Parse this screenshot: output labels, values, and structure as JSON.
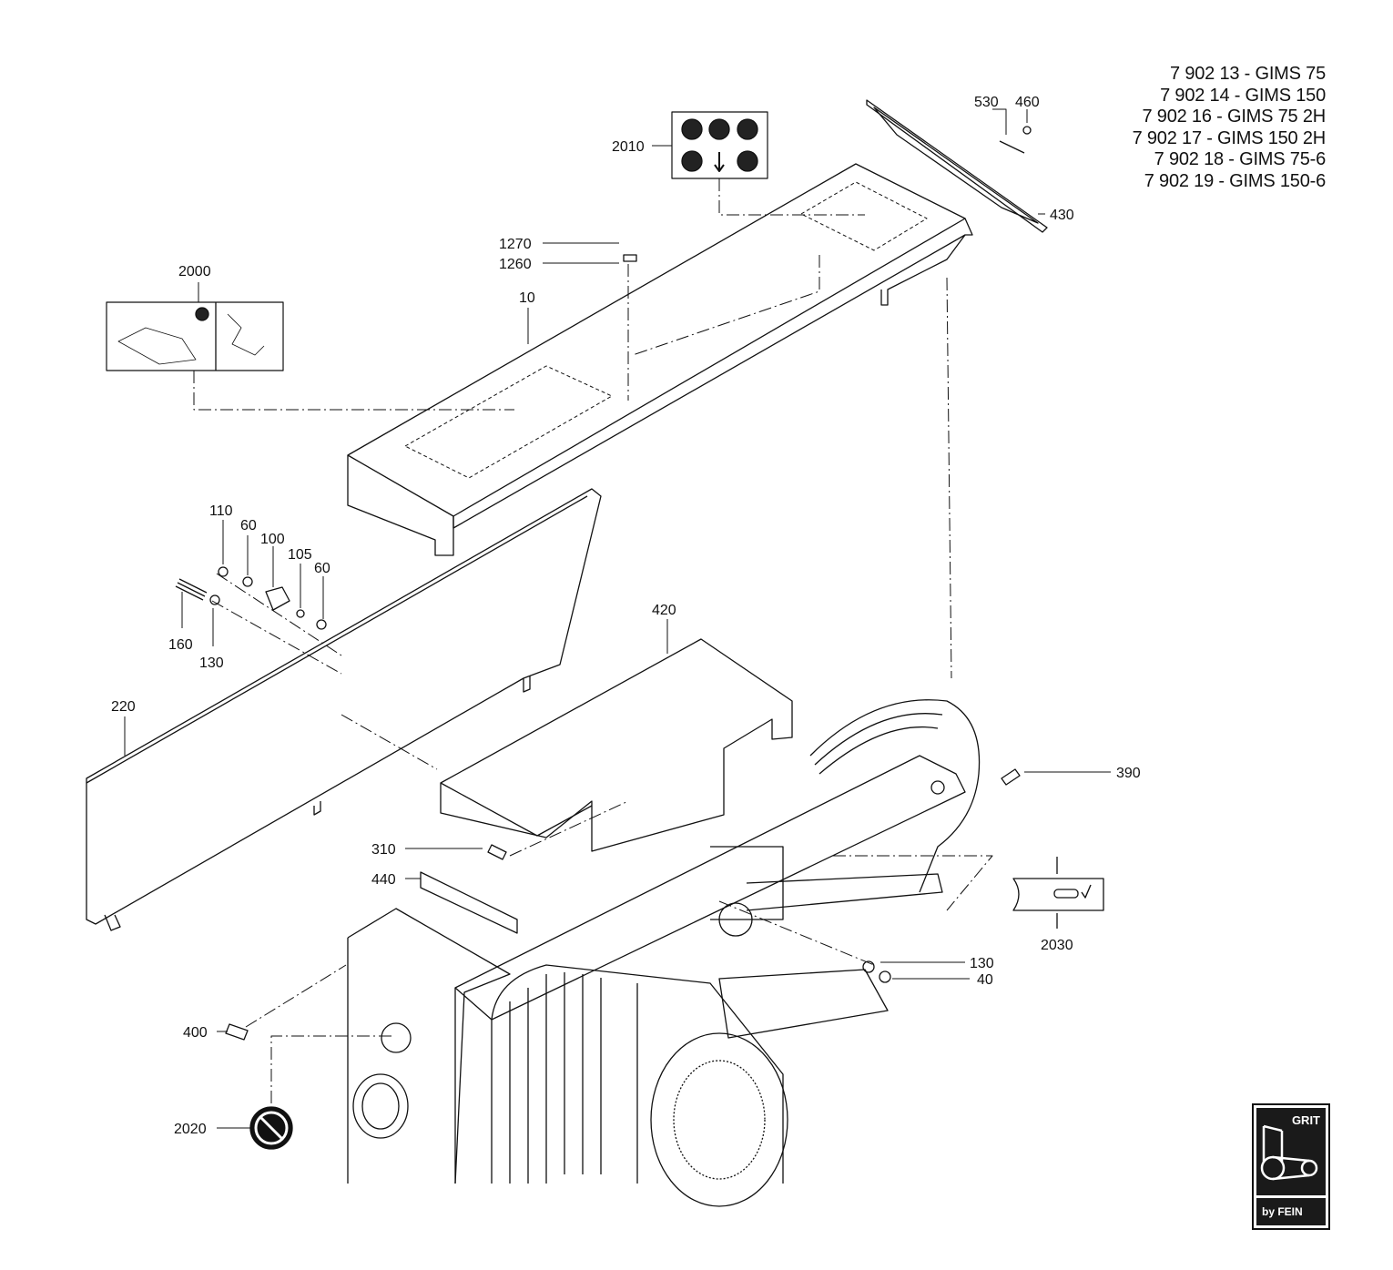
{
  "models": [
    "7 902 13 - GIMS 75",
    "7 902 14 - GIMS 150",
    "7 902 16 - GIMS 75 2H",
    "7 902 17 - GIMS 150 2H",
    "7 902 18 - GIMS 75-6",
    "7 902 19 - GIMS 150-6"
  ],
  "callouts": {
    "c530": "530",
    "c460": "460",
    "c430": "430",
    "c2010": "2010",
    "c1270": "1270",
    "c1260": "1260",
    "c10": "10",
    "c2000": "2000",
    "c110": "110",
    "c60a": "60",
    "c100": "100",
    "c105": "105",
    "c60b": "60",
    "c160": "160",
    "c130a": "130",
    "c420": "420",
    "c220": "220",
    "c390": "390",
    "c310": "310",
    "c440": "440",
    "c2030": "2030",
    "c130b": "130",
    "c40": "40",
    "c400": "400",
    "c2020": "2020"
  },
  "brand": {
    "name": "GRIT",
    "byline": "by FEIN"
  }
}
